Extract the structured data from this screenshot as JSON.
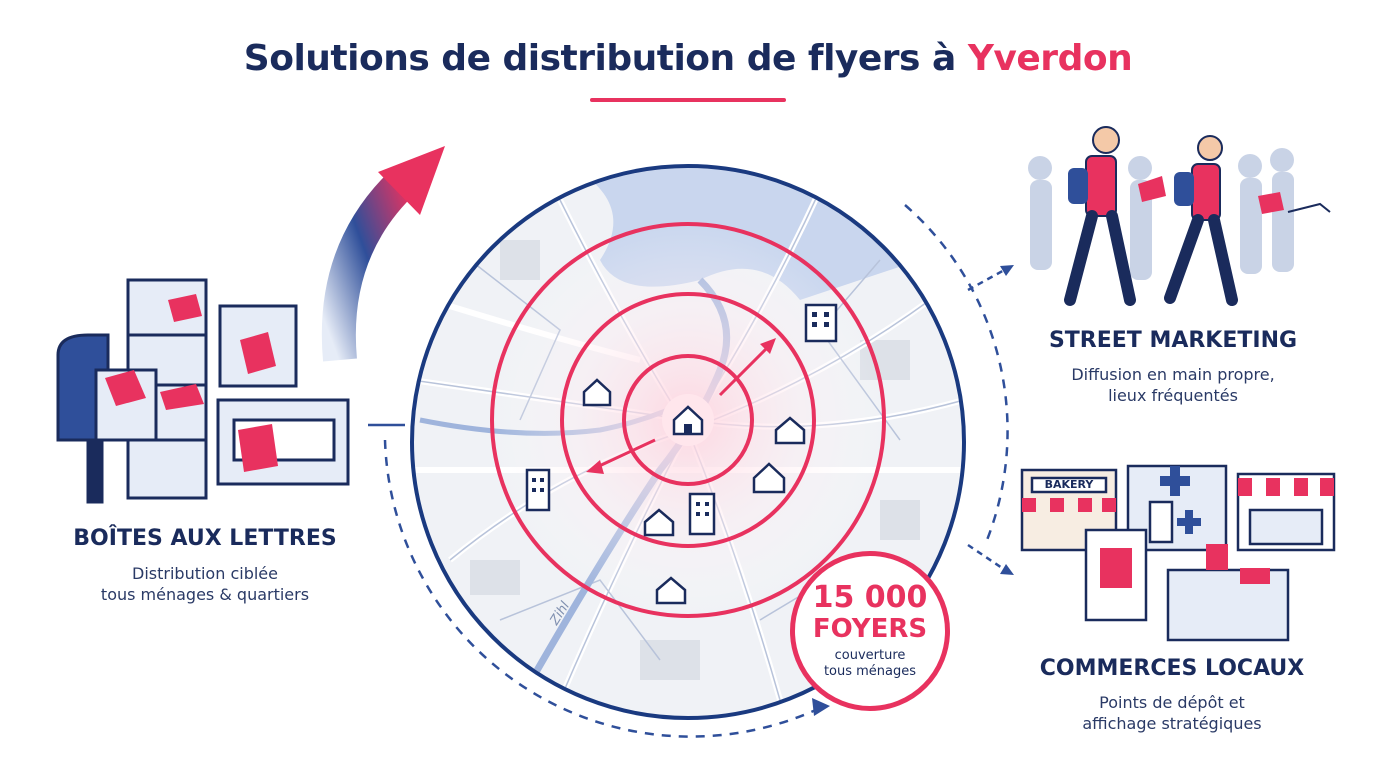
{
  "header": {
    "title_main": "Solutions de distribution de flyers à",
    "title_accent": "Yverdon"
  },
  "left_section": {
    "title": "BOÎTES AUX LETTRES",
    "desc_line1": "Distribution ciblée",
    "desc_line2": "tous ménages & quartiers"
  },
  "right_top_section": {
    "title": "STREET MARKETING",
    "desc_line1": "Diffusion en main propre,",
    "desc_line2": "lieux fréquentés"
  },
  "right_bottom_section": {
    "title": "COMMERCES LOCAUX",
    "desc_line1": "Points de dépôt et",
    "desc_line2": "affichage stratégiques",
    "bakery_sign": "BAKERY"
  },
  "stat": {
    "number": "15 000",
    "label": "FOYERS",
    "desc_line1": "couverture",
    "desc_line2": "tous ménages"
  },
  "map": {
    "river_label": "Zihl"
  },
  "colors": {
    "navy": "#1a2b5c",
    "accent": "#e8325f",
    "blue": "#2f4f9a",
    "light_blue": "#c9d6ee"
  }
}
